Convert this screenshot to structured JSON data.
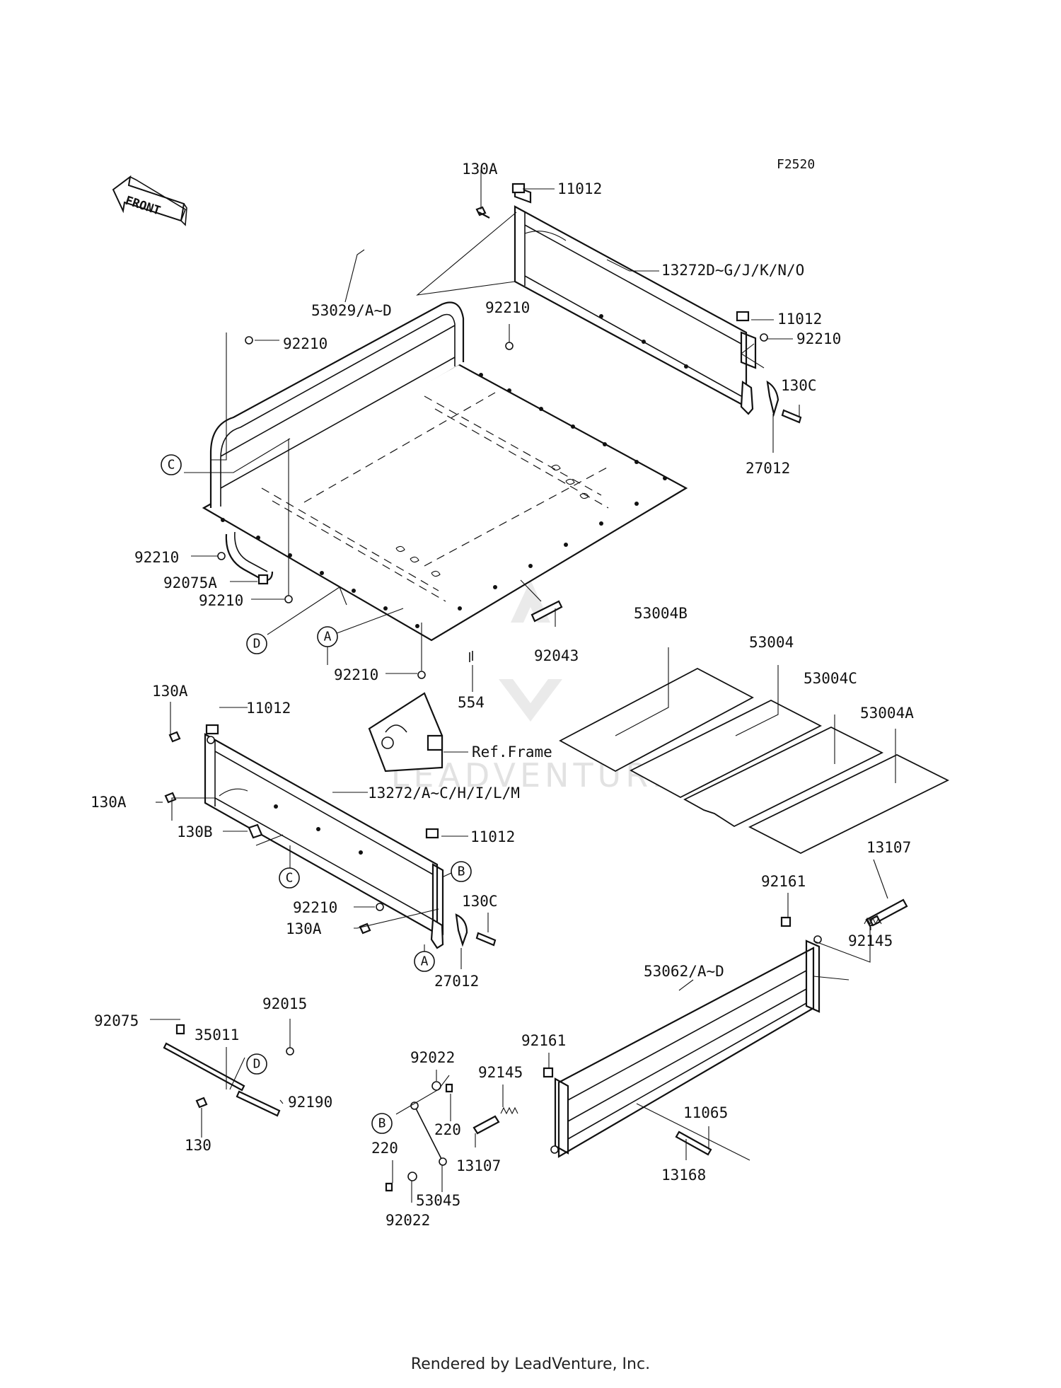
{
  "figure_code": "F2520",
  "front_arrow_text": "FRONT",
  "watermark_text": "LEADVENTURE",
  "credit": "Rendered by LeadVenture, Inc.",
  "labels": {
    "l_130A_top": "130A",
    "l_11012_top": "11012",
    "l_13272_right": "13272D~G/J/K/N/O",
    "l_53029": "53029/A~D",
    "l_92210_a": "92210",
    "l_92210_b": "92210",
    "l_11012_r2": "11012",
    "l_92210_c": "92210",
    "l_130C_r": "130C",
    "l_27012_r": "27012",
    "l_92210_d": "92210",
    "l_92075A": "92075A",
    "l_92210_e": "92210",
    "l_92043": "92043",
    "l_53004B": "53004B",
    "l_53004": "53004",
    "l_53004C": "53004C",
    "l_53004A": "53004A",
    "l_92210_f": "92210",
    "l_554": "554",
    "l_ref_frame": "Ref.Frame",
    "l_130A_l": "130A",
    "l_11012_l": "11012",
    "l_130A_l2": "130A",
    "l_13272_left": "13272/A~C/H/I/L/M",
    "l_130B": "130B",
    "l_11012_l2": "11012",
    "l_92210_g": "92210",
    "l_130C_l": "130C",
    "l_130A_l3": "130A",
    "l_27012_l": "27012",
    "l_13107_r": "13107",
    "l_92161_r": "92161",
    "l_92145_r": "92145",
    "l_53062": "53062/A~D",
    "l_92075": "92075",
    "l_92015": "92015",
    "l_35011": "35011",
    "l_92190": "92190",
    "l_130": "130",
    "l_92161_b": "92161",
    "l_92022_t": "92022",
    "l_92145_b": "92145",
    "l_220_r": "220",
    "l_220_l": "220",
    "l_13107_b": "13107",
    "l_53045": "53045",
    "l_92022_b": "92022",
    "l_11065": "11065",
    "l_13168": "13168"
  },
  "callouts": {
    "c_C_upper": "C",
    "c_D_upper": "D",
    "c_A_upper": "A",
    "c_B_mid": "B",
    "c_C_mid": "C",
    "c_A_mid": "A",
    "c_D_lower": "D",
    "c_B_lower": "B"
  }
}
